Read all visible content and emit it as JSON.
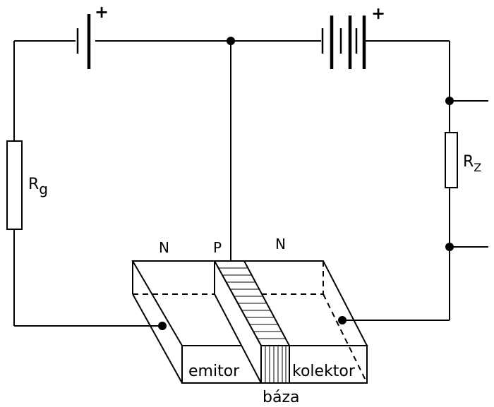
{
  "labels": {
    "battery_left_plus": "+",
    "battery_right_plus": "+",
    "rg_main": "R",
    "rg_sub": "g",
    "rz_main": "R",
    "rz_sub": "Z",
    "region_n_left": "N",
    "region_p": "P",
    "region_n_right": "N",
    "emitor": "emitor",
    "kolektor": "kolektor",
    "baza": "báza"
  },
  "colors": {
    "ink": "#000000",
    "background": "#ffffff"
  }
}
